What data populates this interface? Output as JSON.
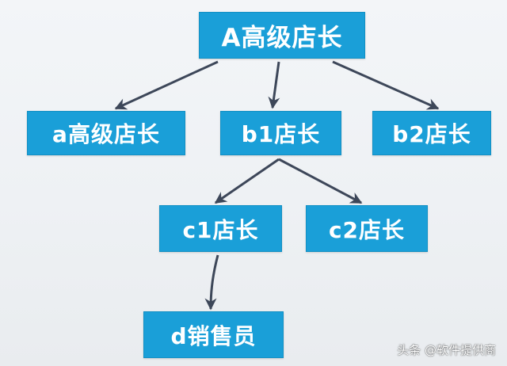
{
  "colors": {
    "node_fill": "#1a9fd8",
    "edge": "#3d4759"
  },
  "nodes": {
    "A": {
      "label": "A高级店长"
    },
    "a": {
      "label": "a高级店长"
    },
    "b1": {
      "label": "b1店长"
    },
    "b2": {
      "label": "b2店长"
    },
    "c1": {
      "label": "c1店长"
    },
    "c2": {
      "label": "c2店长"
    },
    "d": {
      "label": "d销售员"
    }
  },
  "edges": [
    {
      "from": "A",
      "to": "a"
    },
    {
      "from": "A",
      "to": "b1"
    },
    {
      "from": "A",
      "to": "b2"
    },
    {
      "from": "b1",
      "to": "c1"
    },
    {
      "from": "b1",
      "to": "c2"
    },
    {
      "from": "c1",
      "to": "d"
    }
  ],
  "watermark": {
    "text": "头条 @软件提供商"
  }
}
